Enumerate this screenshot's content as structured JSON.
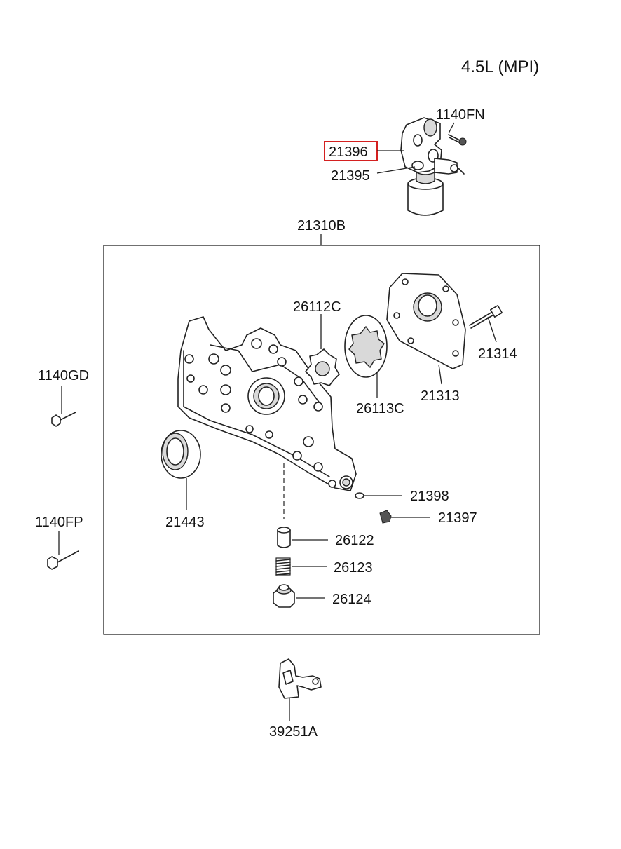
{
  "engine_label": "4.5L (MPI)",
  "highlighted_part": "21396",
  "parts": {
    "p1140FN": "1140FN",
    "p21396": "21396",
    "p21395": "21395",
    "p21310B": "21310B",
    "p26112C": "26112C",
    "p21314": "21314",
    "p1140GD": "1140GD",
    "p26113C": "26113C",
    "p21313": "21313",
    "p21398": "21398",
    "p21397": "21397",
    "p21443": "21443",
    "p1140FP": "1140FP",
    "p26122": "26122",
    "p26123": "26123",
    "p26124": "26124",
    "p39251A": "39251A"
  },
  "colors": {
    "highlight": "#d42020",
    "line": "#222222"
  }
}
